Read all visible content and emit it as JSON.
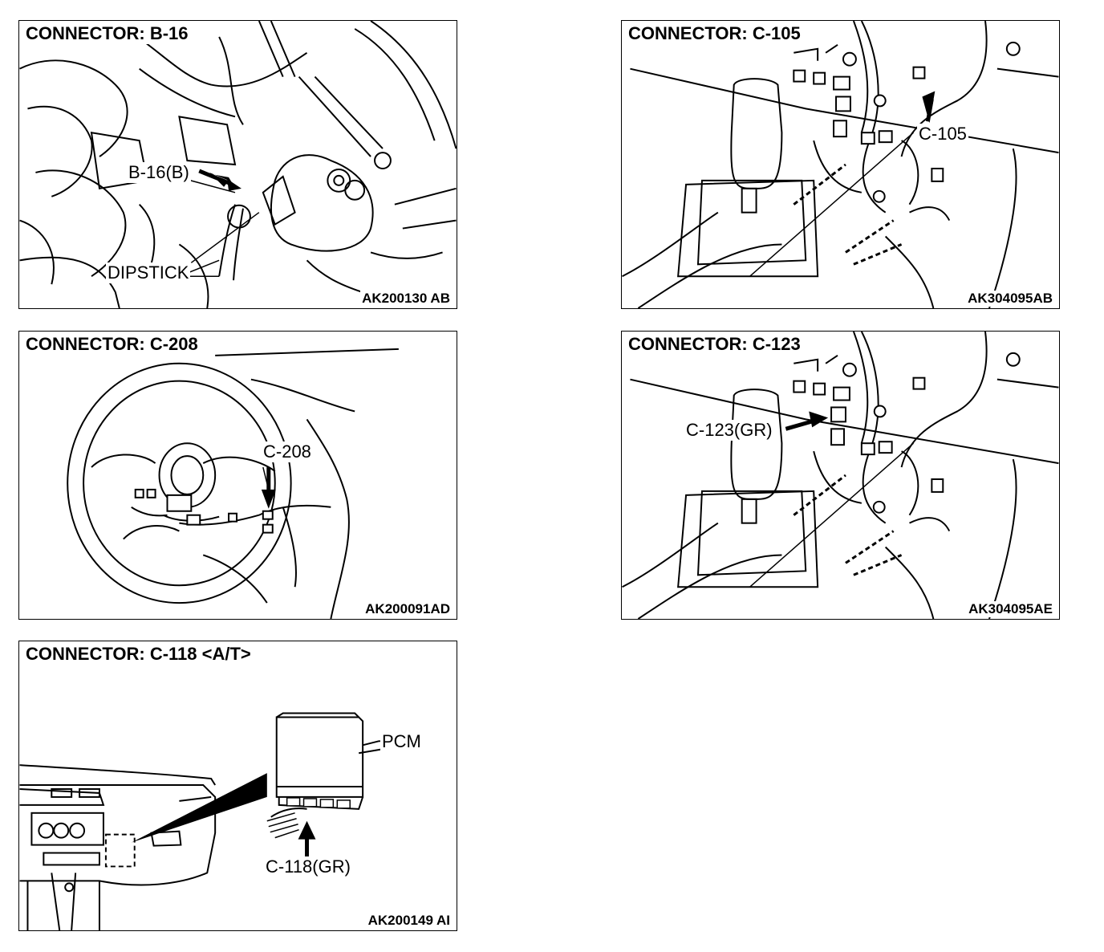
{
  "panels": {
    "b16": {
      "title": "CONNECTOR: B-16",
      "code": "AK200130 AB",
      "labels": {
        "connector": "B-16(B)",
        "dipstick": "DIPSTICK"
      }
    },
    "c105": {
      "title": "CONNECTOR: C-105",
      "code": "AK304095AB",
      "labels": {
        "connector": "C-105"
      }
    },
    "c208": {
      "title": "CONNECTOR: C-208",
      "code": "AK200091AD",
      "labels": {
        "connector": "C-208"
      }
    },
    "c123": {
      "title": "CONNECTOR: C-123",
      "code": "AK304095AE",
      "labels": {
        "connector": "C-123(GR)"
      }
    },
    "c118": {
      "title": "CONNECTOR: C-118 <A/T>",
      "code": "AK200149 AI",
      "labels": {
        "pcm": "PCM",
        "connector": "C-118(GR)"
      }
    }
  }
}
